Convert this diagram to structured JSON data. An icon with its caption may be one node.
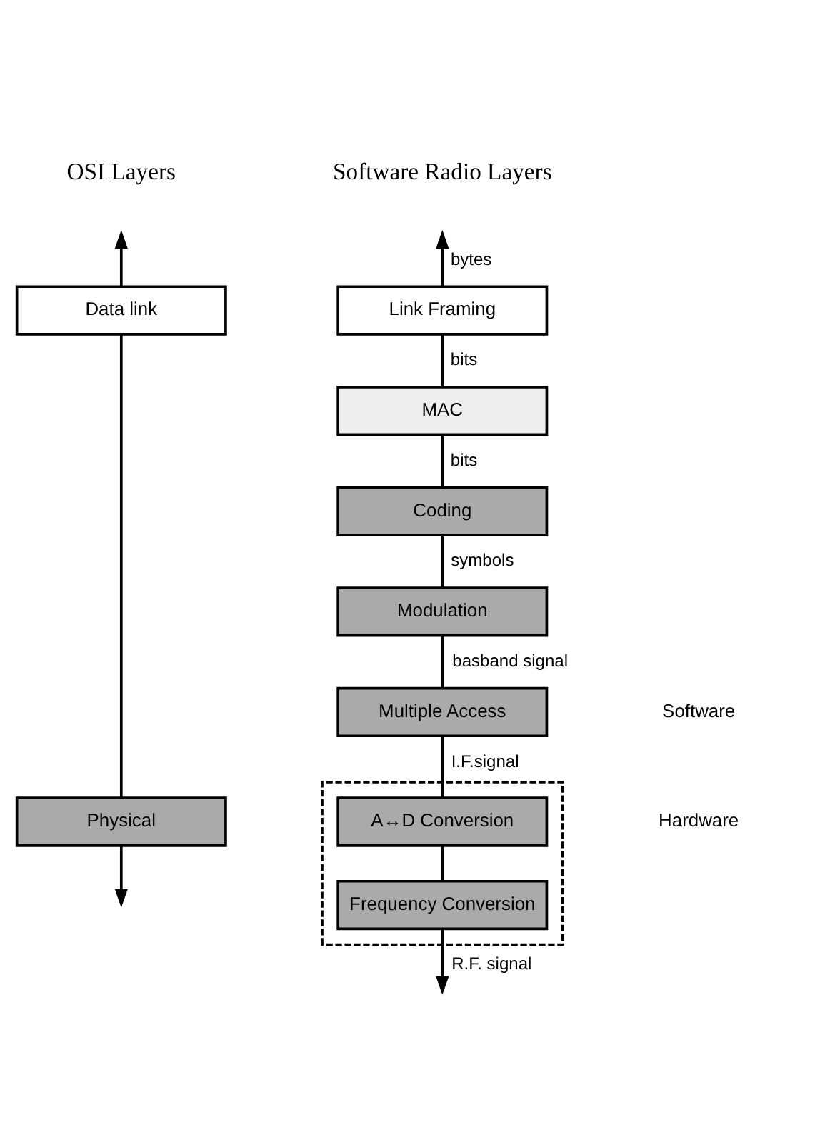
{
  "diagram": {
    "nodes": [
      {
        "text": [
          "Data link"
        ]
      },
      {
        "text": [
          "Physical"
        ]
      },
      {
        "text": [
          "Link Framing"
        ]
      },
      {
        "text": [
          "MAC"
        ]
      },
      {
        "text": [
          "Coding"
        ]
      },
      {
        "text": [
          "Modulation"
        ]
      },
      {
        "text": [
          "Multiple Access"
        ]
      },
      {
        "text": [],
        "shape": "box"
      },
      {
        "text": [
          "A↔D Conversion"
        ],
        "in": 7
      },
      {
        "text": [
          "Frequency Conversion"
        ],
        "in": 7
      }
    ],
    "edges": [
      {
        "from": 0,
        "to": null,
        "arrow": "to"
      },
      {
        "from": 0,
        "to": 1,
        "arrow": "none"
      },
      {
        "from": 1,
        "to": null,
        "arrow": "to"
      },
      {
        "from": 2,
        "to": null,
        "arrow": "to",
        "label": "bytes"
      },
      {
        "from": 2,
        "to": 3,
        "arrow": "none",
        "label": "bits"
      },
      {
        "from": 3,
        "to": 4,
        "arrow": "none",
        "label": "bits"
      },
      {
        "from": 4,
        "to": 5,
        "arrow": "none",
        "label": "symbols"
      },
      {
        "from": 5,
        "to": 6,
        "arrow": "none",
        "label": "basband signal"
      },
      {
        "from": 6,
        "to": 8,
        "arrow": "none",
        "label": "I.F.signal"
      },
      {
        "from": 8,
        "to": 9,
        "arrow": "none"
      },
      {
        "from": 9,
        "to": null,
        "arrow": "to",
        "label": "R.F. signal"
      }
    ],
    "labels": [
      "OSI Layers",
      "Software Radio Layers",
      "Software",
      "Hardware"
    ]
  }
}
